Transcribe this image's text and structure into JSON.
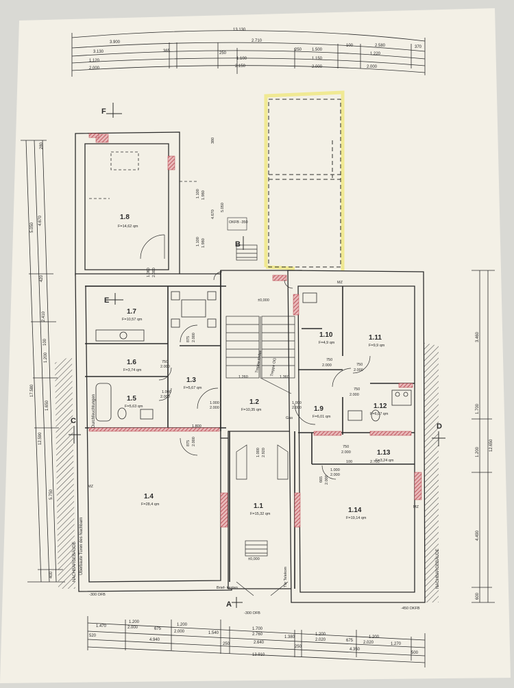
{
  "top_dimensions": {
    "row1": [
      "13.130"
    ],
    "row2": [
      "3.900",
      "2.710",
      "2.580",
      "370"
    ],
    "row3": [
      "3.130",
      "365",
      "250",
      "250",
      "1.500",
      "100",
      "1.220"
    ],
    "row4": [
      "1.120",
      "1.100",
      "1.150"
    ],
    "row5": [
      "2.000",
      "2.150",
      "2.000",
      "2.000"
    ]
  },
  "bottom_dimensions": {
    "row1": [
      "1.470",
      "1.200",
      "1.200",
      "1.700",
      "1.200",
      "1.200"
    ],
    "row2": [
      "2.000",
      "675",
      "2.000",
      "1.540",
      "2.760",
      "1.380",
      "2.020",
      "675",
      "2.020",
      "1.270"
    ],
    "row3": [
      "520",
      "4.940",
      "250",
      "2.640",
      "250",
      "4.350",
      "500"
    ],
    "row4": [
      "13.910"
    ]
  },
  "left_dimensions": [
    "17.580",
    "12.590",
    "5.050",
    "4.670",
    "420",
    "2.410",
    "100",
    "1.200",
    "1.650",
    "5.750",
    "400",
    "280"
  ],
  "right_dimensions": [
    "12.650",
    "3.460",
    "1.700",
    "1.200",
    "4.490",
    "600"
  ],
  "inner_dimensions": [
    "1.100",
    "1.980",
    "4.670",
    "5.050",
    "1.100",
    "1.980",
    "380",
    "1.060",
    "2.000",
    "875",
    "2.000",
    "750",
    "2.000",
    "1.000",
    "2.000",
    "1.800",
    "875",
    "2.000",
    "1.260",
    "1.360",
    "1.000",
    "2.000",
    "1.000",
    "2.000",
    "1.000",
    "2.920",
    "750",
    "2.000",
    "750",
    "2.000",
    "750",
    "2.000",
    "750",
    "2.000",
    "665",
    "2.000",
    "100",
    "2.700",
    "1.000",
    "2.000"
  ],
  "rooms": [
    {
      "id": "1.8",
      "area": "F=14,62 qm"
    },
    {
      "id": "1.7",
      "area": "F=10,57 qm"
    },
    {
      "id": "1.6",
      "area": "F=3,74 qm"
    },
    {
      "id": "1.5",
      "area": "F=5,63 qm"
    },
    {
      "id": "1.3",
      "area": "F=5,67 qm"
    },
    {
      "id": "1.2",
      "area": "F=10,35 qm"
    },
    {
      "id": "1.1",
      "area": "F=15,32 qm"
    },
    {
      "id": "1.4",
      "area": "F=28,4 qm"
    },
    {
      "id": "1.10",
      "area": "F=4,9 qm"
    },
    {
      "id": "1.11",
      "area": "F=9,9 qm"
    },
    {
      "id": "1.9",
      "area": "F=6,01 qm"
    },
    {
      "id": "1.12",
      "area": "F=6,07 qm"
    },
    {
      "id": "1.13",
      "area": "F=3,24 qm"
    },
    {
      "id": "1.14",
      "area": "F=19,14 qm"
    }
  ],
  "section_markers": [
    "F",
    "E",
    "B",
    "C",
    "D",
    "A"
  ],
  "labels": {
    "okfb_top": "OKFB -350",
    "level_zero_hall": "±0,000",
    "level_zero_entry": "±0,000",
    "level_left": "-300 OFB",
    "level_right": "-450 OKFB",
    "level_bottom": "-300 OFB",
    "gas": "Gas",
    "briefkasten": "Brief- kasten",
    "tuer": "Tür Telekom",
    "mz_left": "MZ",
    "mz_right": "MZ",
    "mz_top": "MZ",
    "nachbargebaeude_left": "NACHBARGEBÄUDE",
    "nachbar_tueren": "Überbaute Türen des Nachbarn",
    "durchfeuchtungen": "Durchfeuchtungen",
    "nachbargebaeude_right": "NACHBARGEBÄUDE",
    "treppe_left": "Treppe Keller",
    "treppe_right": "Treppe OG"
  },
  "colors": {
    "paper": "#f3f0e6",
    "ink": "#2b2b2b",
    "highlight": "#efe88a",
    "hatch": "#b5404a"
  }
}
